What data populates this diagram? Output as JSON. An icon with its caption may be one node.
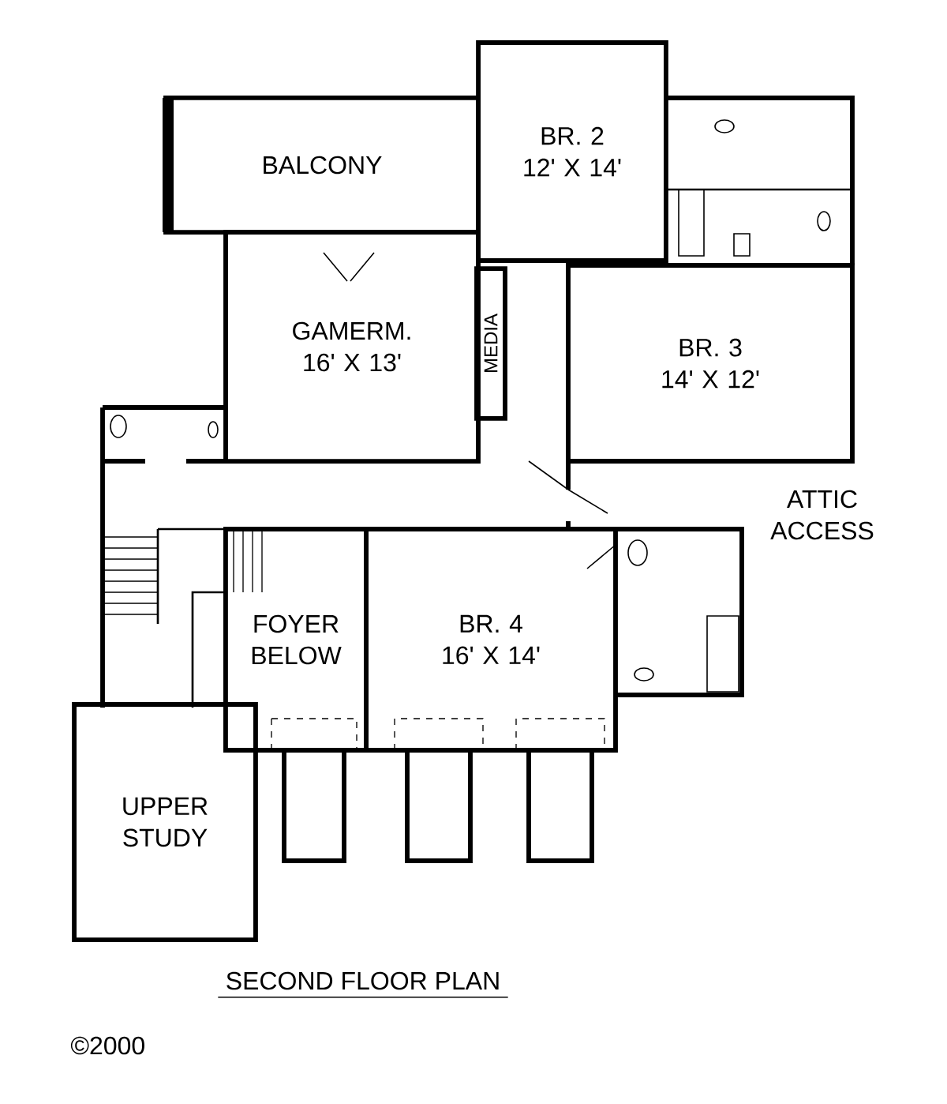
{
  "diagram": {
    "title": "SECOND FLOOR PLAN",
    "nodes": [
      {
        "text": [
          "BALCONY"
        ]
      },
      {
        "text": [
          "BR. 2",
          "12' X 14'"
        ]
      },
      {
        "text": [
          "GAMERM.",
          "16' X 13'"
        ]
      },
      {
        "text": [
          "MEDIA"
        ]
      },
      {
        "text": [
          "BR. 3",
          "14' X 12'"
        ]
      },
      {
        "text": [
          "FOYER BELOW"
        ]
      },
      {
        "text": [
          "BR. 4",
          "16' X 14'"
        ]
      },
      {
        "text": [
          "UPPER STUDY"
        ]
      }
    ],
    "labels": [
      "ATTIC ACCESS",
      "©2000"
    ]
  }
}
